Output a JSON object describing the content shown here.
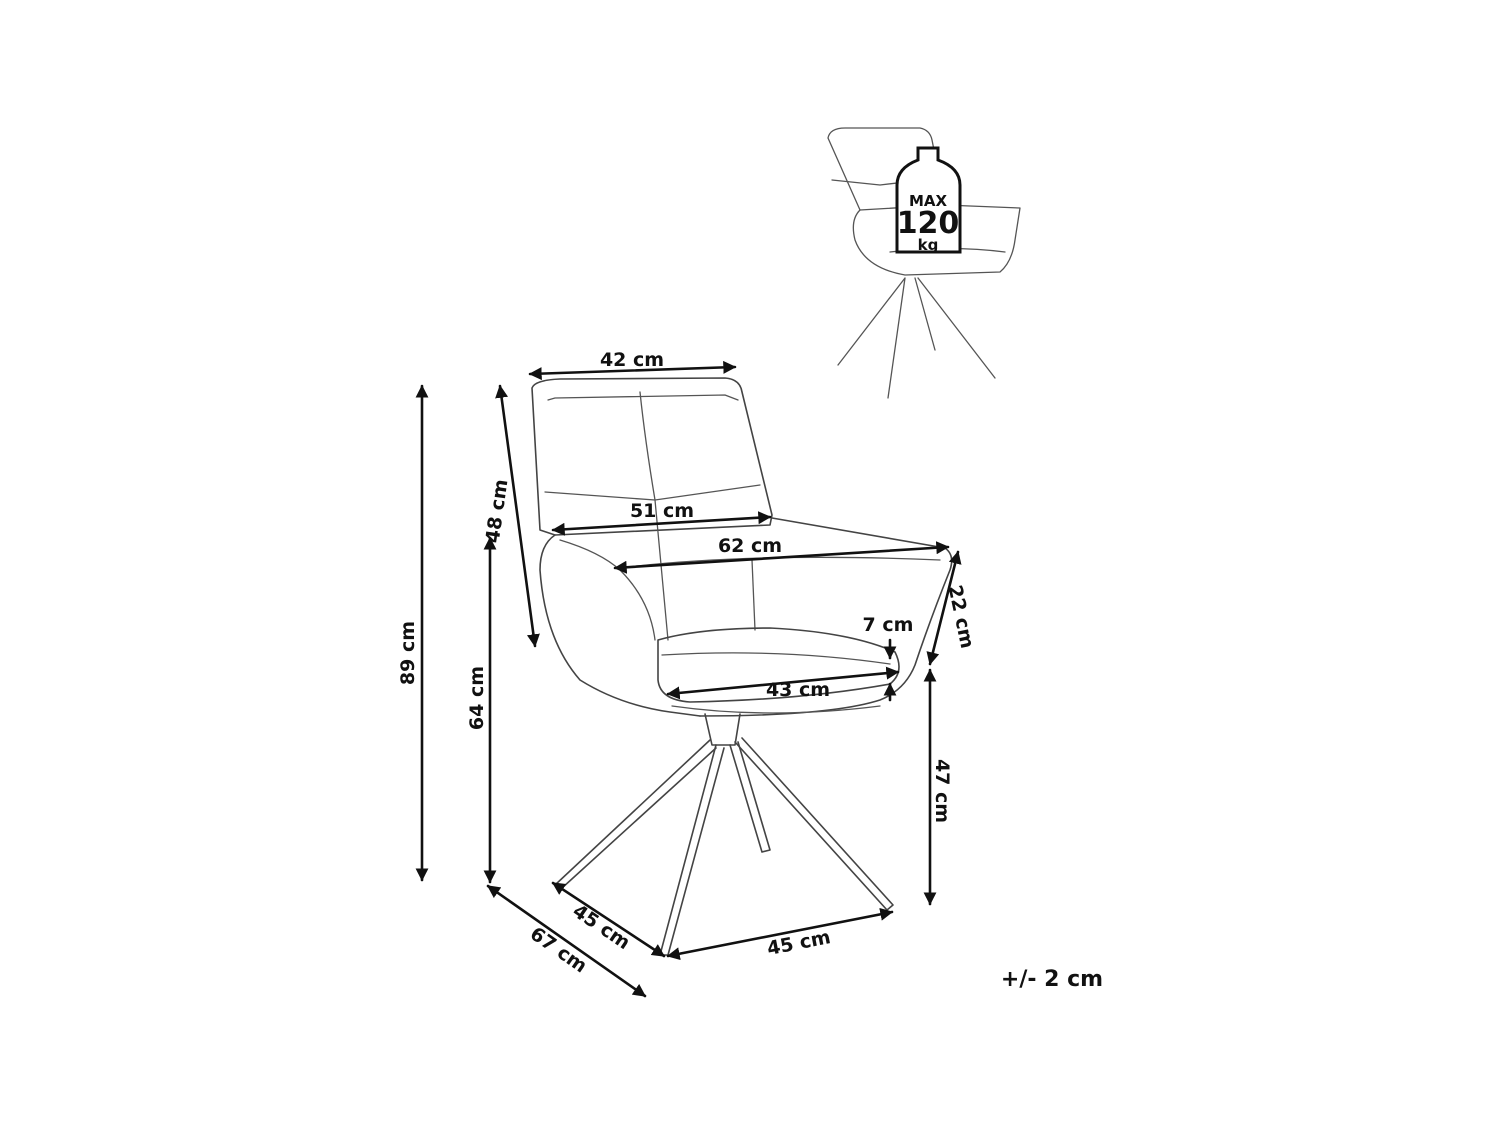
{
  "dimensions": {
    "backrest_width": "42 cm",
    "backrest_height": "48 cm",
    "seat_width_inner": "51 cm",
    "total_width": "62 cm",
    "armrest_height": "22 cm",
    "seat_cushion_thickness": "7 cm",
    "seat_depth": "43 cm",
    "total_height": "89 cm",
    "armrest_floor_height": "64 cm",
    "seat_height": "47 cm",
    "base_depth": "45 cm",
    "base_width": "45 cm",
    "total_depth": "67 cm"
  },
  "tolerance": "+/- 2 cm",
  "weight_limit": {
    "prefix": "MAX",
    "value": "120",
    "unit": "kg"
  }
}
